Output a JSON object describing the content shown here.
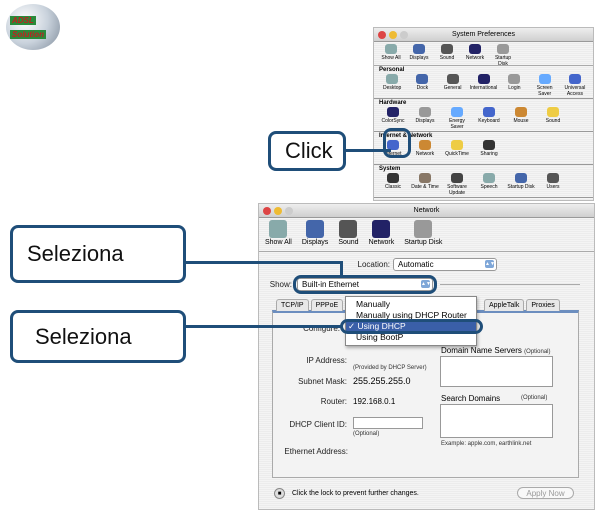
{
  "logo": {
    "text_top": "ADSL",
    "text_bottom": "Solution"
  },
  "sysprefs": {
    "title": "System Preferences",
    "toolbar": [
      "Show All",
      "Displays",
      "Sound",
      "Network",
      "Startup Disk"
    ],
    "sections": [
      {
        "title": "Personal",
        "items": [
          "Desktop",
          "Dock",
          "General",
          "International",
          "Login",
          "Screen Saver",
          "Universal Access"
        ]
      },
      {
        "title": "Hardware",
        "items": [
          "ColorSync",
          "Displays",
          "Energy Saver",
          "Keyboard",
          "Mouse",
          "Sound"
        ]
      },
      {
        "title": "Internet & Network",
        "items": [
          "Internet",
          "Network",
          "QuickTime",
          "Sharing"
        ]
      },
      {
        "title": "System",
        "items": [
          "Classic",
          "Date & Time",
          "Software Update",
          "Speech",
          "Startup Disk",
          "Users"
        ]
      }
    ]
  },
  "callouts": {
    "click": "Click",
    "select1": "Seleziona",
    "select2": "Seleziona"
  },
  "network": {
    "title": "Network",
    "toolbar": [
      "Show All",
      "Displays",
      "Sound",
      "Network",
      "Startup Disk"
    ],
    "location_label": "Location:",
    "location_value": "Automatic",
    "show_label": "Show:",
    "show_value": "Built-in Ethernet",
    "tabs": [
      "TCP/IP",
      "PPPoE",
      "AppleTalk",
      "Proxies"
    ],
    "configure_label": "Configure:",
    "menu": [
      "Manually",
      "Manually using DHCP Router",
      "Using DHCP",
      "Using BootP"
    ],
    "menu_selected": "Using DHCP",
    "ip_label": "IP Address:",
    "ip_note": "(Provided by DHCP Server)",
    "subnet_label": "Subnet Mask:",
    "subnet_value": "255.255.255.0",
    "router_label": "Router:",
    "router_value": "192.168.0.1",
    "dhcp_label": "DHCP Client ID:",
    "dhcp_value": "",
    "dhcp_note": "(Optional)",
    "ethernet_label": "Ethernet Address:",
    "dns_label": "Domain Name Servers",
    "dns_opt": "(Optional)",
    "search_label": "Search Domains",
    "search_opt": "(Optional)",
    "example": "Example: apple.com, earthlink.net",
    "lock_text": "Click the lock to prevent further changes.",
    "apply": "Apply Now"
  }
}
